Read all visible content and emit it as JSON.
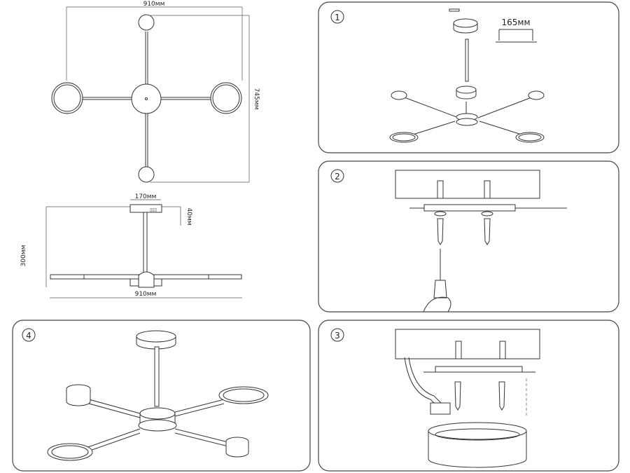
{
  "dimensions": {
    "top_width": "910мм",
    "top_height": "745мм",
    "canopy_width": "170мм",
    "canopy_height": "40мм",
    "total_height": "300мм",
    "side_width": "910мм"
  },
  "steps": [
    {
      "number": "1",
      "measure": "165мм"
    },
    {
      "number": "2"
    },
    {
      "number": "3"
    },
    {
      "number": "4"
    }
  ],
  "colors": {
    "line": "#333333",
    "panel_border": "#444444"
  }
}
